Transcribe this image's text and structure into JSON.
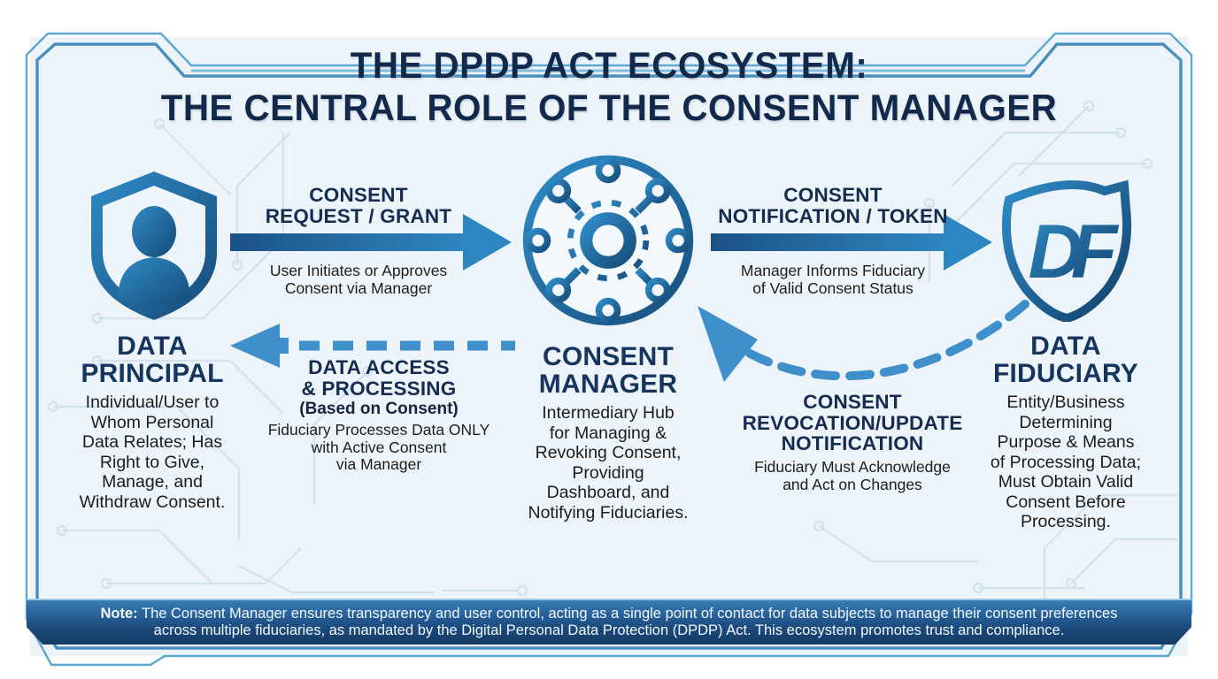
{
  "title": {
    "line1": "THE DPDP ACT ECOSYSTEM:",
    "line2": "THE CENTRAL ROLE OF THE CONSENT MANAGER"
  },
  "entities": {
    "principal": {
      "icon": "shield-user-icon",
      "name_line1": "DATA",
      "name_line2": "PRINCIPAL",
      "desc_lines": [
        "Individual/User to",
        "Whom Personal",
        "Data Relates; Has",
        "Right to Give,",
        "Manage, and",
        "Withdraw Consent."
      ]
    },
    "manager": {
      "icon": "hub-network-icon",
      "name_line1": "CONSENT",
      "name_line2": "MANAGER",
      "desc_lines": [
        "Intermediary Hub",
        "for Managing &",
        "Revoking Consent,",
        "Providing",
        "Dashboard, and",
        "Notifying Fiduciaries."
      ]
    },
    "fiduciary": {
      "icon": "df-shield-monogram-icon",
      "monogram": "DF",
      "name_line1": "DATA",
      "name_line2": "FIDUCIARY",
      "desc_lines": [
        "Entity/Business",
        "Determining",
        "Purpose & Means",
        "of Processing Data;",
        "Must Obtain Valid",
        "Consent Before",
        "Processing."
      ]
    }
  },
  "flows": {
    "request": {
      "title_line1": "CONSENT",
      "title_line2": "REQUEST / GRANT",
      "sub_line1": "User Initiates or Approves",
      "sub_line2": "Consent via Manager",
      "style": "solid-arrow-right"
    },
    "notification": {
      "title_line1": "CONSENT",
      "title_line2": "NOTIFICATION / TOKEN",
      "sub_line1": "Manager Informs Fiduciary",
      "sub_line2": "of Valid Consent Status",
      "style": "solid-arrow-right"
    },
    "access": {
      "title_line1": "DATA ACCESS",
      "title_line2": "& PROCESSING",
      "title_line3": "(Based on Consent)",
      "sub_line1": "Fiduciary Processes Data ONLY",
      "sub_line2": "with Active Consent",
      "sub_line3": "via Manager",
      "style": "dashed-arrow-left"
    },
    "revocation": {
      "title_line1": "CONSENT",
      "title_line2": "REVOCATION/UPDATE",
      "title_line3": "NOTIFICATION",
      "sub_line1": "Fiduciary Must Acknowledge",
      "sub_line2": "and Act on Changes",
      "style": "dashed-curved-arrow"
    }
  },
  "note": {
    "label": "Note:",
    "line1": "The Consent Manager ensures transparency and user control, acting as a single point of contact for data subjects to manage their consent preferences",
    "line2": "across multiple fiduciaries, as mandated by the Digital Personal Data Protection (DPDP) Act. This ecosystem promotes trust and compliance."
  },
  "colors": {
    "accent_blue": "#2e86c1",
    "arrow_dark": "#1c5286",
    "dash_blue": "#3e8fca",
    "navy_text": "#152c50",
    "panel_bg": "#edf4f9",
    "frame_border": "#2b7cb3",
    "note_top": "#2f74ae",
    "note_bottom": "#143a62",
    "circuit_trace": "#cadfec"
  }
}
